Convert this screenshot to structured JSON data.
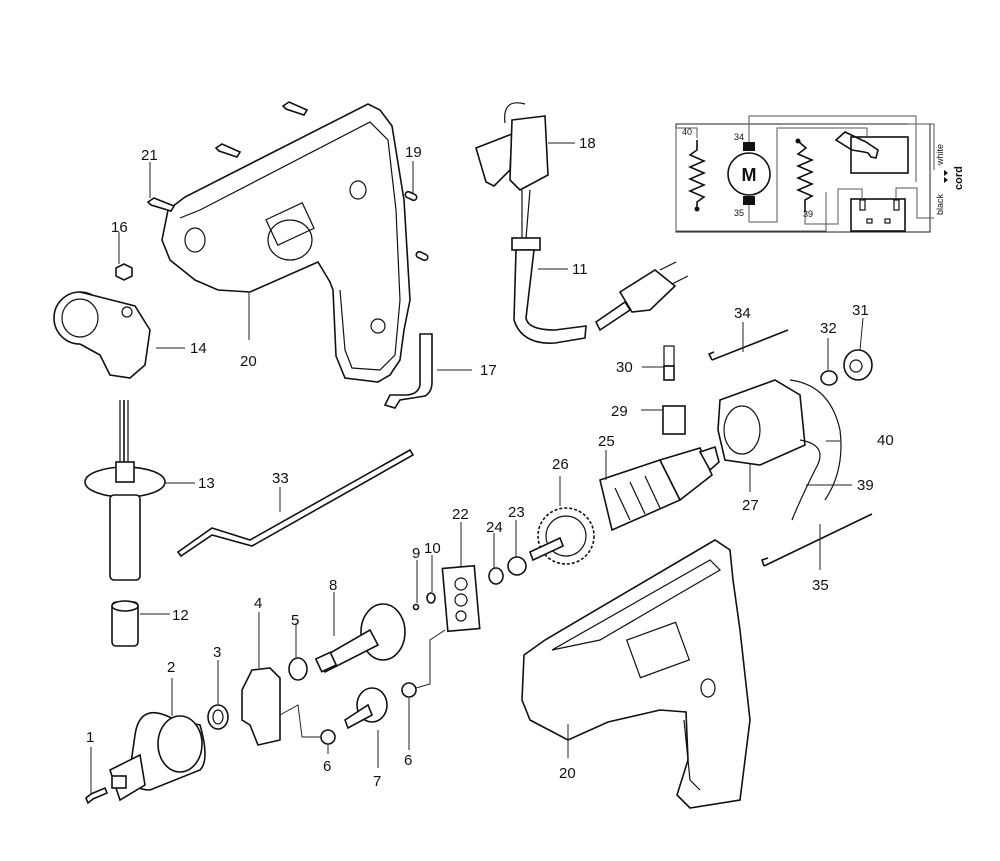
{
  "diagram": {
    "type": "exploded-parts-view",
    "subject": "electric drill",
    "callouts": [
      {
        "id": "c1",
        "number": "1",
        "part": "chuck screw"
      },
      {
        "id": "c2",
        "number": "2",
        "part": "keyed chuck"
      },
      {
        "id": "c3",
        "number": "3",
        "part": "washer"
      },
      {
        "id": "c4",
        "number": "4",
        "part": "gear bracket"
      },
      {
        "id": "c5",
        "number": "5",
        "part": "washer"
      },
      {
        "id": "c6a",
        "number": "6",
        "part": "washer"
      },
      {
        "id": "c6b",
        "number": "6",
        "part": "washer"
      },
      {
        "id": "c7",
        "number": "7",
        "part": "intermediate gear"
      },
      {
        "id": "c8",
        "number": "8",
        "part": "spindle with gear"
      },
      {
        "id": "c9",
        "number": "9",
        "part": "ball"
      },
      {
        "id": "c10",
        "number": "10",
        "part": "bearing"
      },
      {
        "id": "c11",
        "number": "11",
        "part": "cord with plug"
      },
      {
        "id": "c12",
        "number": "12",
        "part": "handle cap"
      },
      {
        "id": "c13",
        "number": "13",
        "part": "side handle"
      },
      {
        "id": "c14",
        "number": "14",
        "part": "handle clamp"
      },
      {
        "id": "c16",
        "number": "16",
        "part": "nut"
      },
      {
        "id": "c17",
        "number": "17",
        "part": "cord clamp"
      },
      {
        "id": "c18",
        "number": "18",
        "part": "switch"
      },
      {
        "id": "c19",
        "number": "19",
        "part": "pin"
      },
      {
        "id": "c20a",
        "number": "20",
        "part": "housing half (inner)"
      },
      {
        "id": "c20b",
        "number": "20",
        "part": "housing half (outer)"
      },
      {
        "id": "c21",
        "number": "21",
        "part": "housing screw"
      },
      {
        "id": "c22",
        "number": "22",
        "part": "bearing plate"
      },
      {
        "id": "c23",
        "number": "23",
        "part": "washer"
      },
      {
        "id": "c24",
        "number": "24",
        "part": "washer"
      },
      {
        "id": "c25",
        "number": "25",
        "part": "armature"
      },
      {
        "id": "c26",
        "number": "26",
        "part": "fan"
      },
      {
        "id": "c27",
        "number": "27",
        "part": "field"
      },
      {
        "id": "c29",
        "number": "29",
        "part": "brush holder"
      },
      {
        "id": "c30",
        "number": "30",
        "part": "carbon brush"
      },
      {
        "id": "c31",
        "number": "31",
        "part": "bearing cap"
      },
      {
        "id": "c32",
        "number": "32",
        "part": "washer"
      },
      {
        "id": "c33",
        "number": "33",
        "part": "depth rod"
      },
      {
        "id": "c34",
        "number": "34",
        "part": "lead wire"
      },
      {
        "id": "c35",
        "number": "35",
        "part": "lead wire"
      },
      {
        "id": "c39",
        "number": "39",
        "part": "field lead"
      },
      {
        "id": "c40",
        "number": "40",
        "part": "field lead"
      }
    ]
  },
  "wiring": {
    "motor_symbol": "M",
    "labels": {
      "field_left": "40",
      "brush_top": "34",
      "brush_bottom": "35",
      "field_right": "39"
    },
    "cord_label": "cord",
    "wire_white": "white",
    "wire_black": "black"
  }
}
